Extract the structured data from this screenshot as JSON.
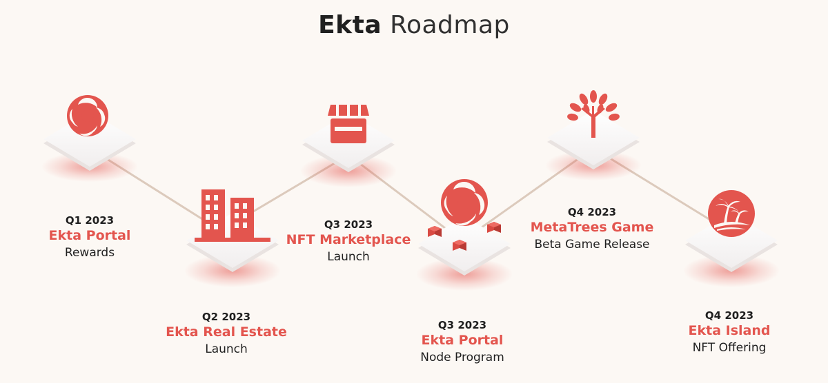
{
  "title": {
    "bold": "Ekta",
    "light": "Roadmap"
  },
  "colors": {
    "accent": "#e3554e",
    "line": "#d9c8bb",
    "background": "#fcf8f4"
  },
  "milestones": [
    {
      "quarter": "Q1 2023",
      "name": "Ekta Portal",
      "desc": "Rewards",
      "icon": "ekta-logo-icon"
    },
    {
      "quarter": "Q2 2023",
      "name": "Ekta Real Estate",
      "desc": "Launch",
      "icon": "buildings-icon"
    },
    {
      "quarter": "Q3 2023",
      "name": "NFT Marketplace",
      "desc": "Launch",
      "icon": "storefront-icon"
    },
    {
      "quarter": "Q3 2023",
      "name": "Ekta Portal",
      "desc": "Node Program",
      "icon": "ekta-node-icon"
    },
    {
      "quarter": "Q4 2023",
      "name": "MetaTrees Game",
      "desc": "Beta Game Release",
      "icon": "tree-icon"
    },
    {
      "quarter": "Q4 2023",
      "name": "Ekta Island",
      "desc": "NFT Offering",
      "icon": "island-icon"
    }
  ]
}
